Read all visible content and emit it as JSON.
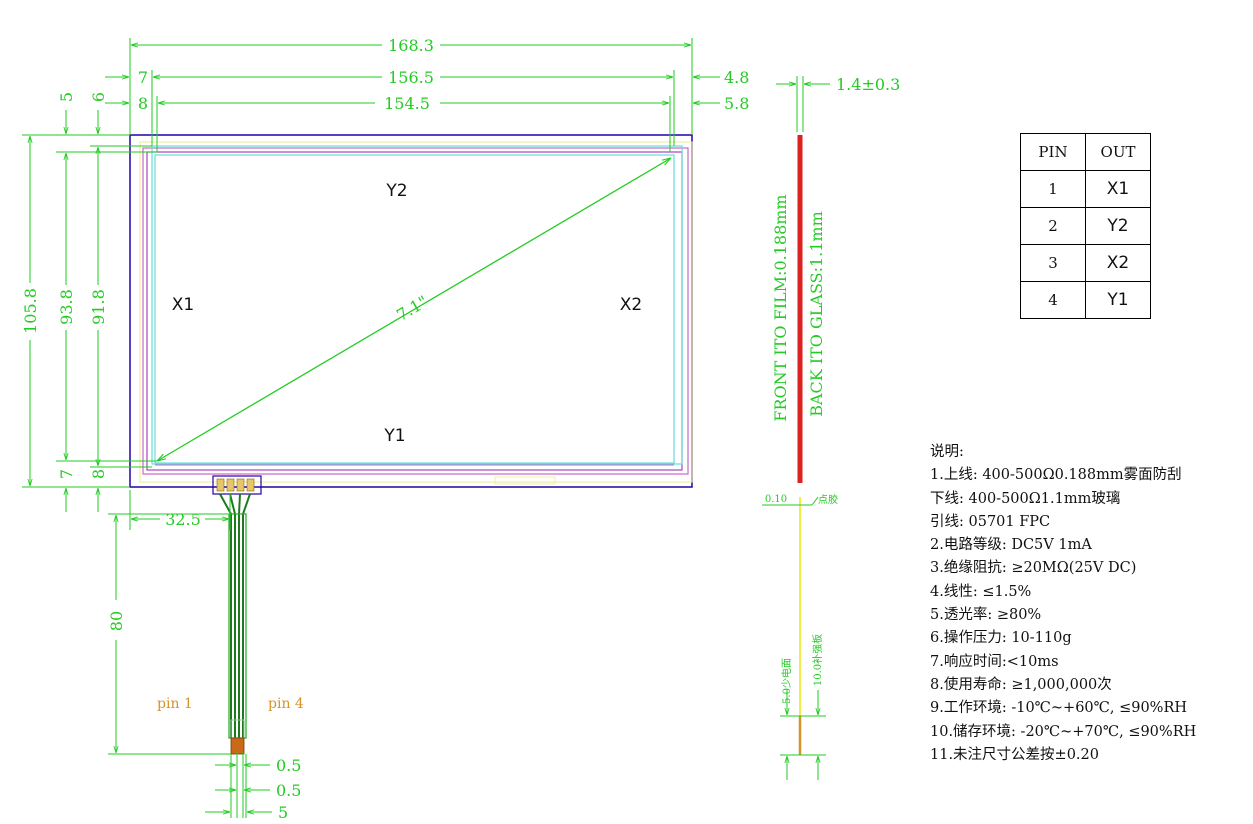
{
  "dimensions": {
    "overall_width": "168.3",
    "view_width_outer": "156.5",
    "view_width_inner": "154.5",
    "left_offset_outer": "7",
    "left_offset_inner": "8",
    "right_offset_outer": "4.8",
    "right_offset_inner": "5.8",
    "top_offset_a": "5",
    "top_offset_b": "6",
    "overall_height": "105.8",
    "view_height_outer": "93.8",
    "view_height_inner": "91.8",
    "bottom_offset_outer": "7",
    "bottom_offset_inner": "8",
    "tail_offset": "32.5",
    "tail_length": "80",
    "pin_width_a": "0.5",
    "pin_width_b": "0.5",
    "tail_width": "5",
    "thickness": "1.4±0.3",
    "adhesive_gap": "0.10",
    "adhesive_label": "点胶",
    "diagonal": "7.1\"",
    "side_label_a": "5.0少电面",
    "side_label_b": "10.0补强板"
  },
  "electrodes": {
    "top": "Y2",
    "left": "X1",
    "right": "X2",
    "bottom": "Y1"
  },
  "layers": {
    "front": "FRONT ITO FILM:0.188mm",
    "back": "BACK ITO GLASS:1.1mm"
  },
  "pins": {
    "first": "pin 1",
    "last": "pin 4"
  },
  "pin_table": {
    "headers": [
      "PIN",
      "OUT"
    ],
    "rows": [
      {
        "pin": "1",
        "out": "X1"
      },
      {
        "pin": "2",
        "out": "Y2"
      },
      {
        "pin": "3",
        "out": "X2"
      },
      {
        "pin": "4",
        "out": "Y1"
      }
    ]
  },
  "notes": {
    "title": "说明:",
    "lines": [
      "1.上线: 400-500Ω0.188mm雾面防刮",
      "   下线: 400-500Ω1.1mm玻璃",
      "   引线:  05701 FPC",
      "2.电路等级: DC5V 1mA",
      "3.绝缘阻抗: ≥20MΩ(25V DC)",
      "4.线性: ≤1.5%",
      "5.透光率: ≥80%",
      "6.操作压力: 10-110g",
      "7.响应时间:<10ms",
      "8.使用寿命: ≥1,000,000次",
      "9.工作环境: -10℃~+60℃, ≤90%RH",
      "10.储存环境: -20℃~+70℃, ≤90%RH",
      "11.未注尺寸公差按±0.20"
    ]
  },
  "colors": {
    "dimension": "#22cc22",
    "outline": "#2200aa",
    "view_area": "#cc66cc",
    "active_area": "#66dddd",
    "tail": "#22aa22",
    "glass": "#dd2222",
    "film": "#eeee44",
    "pin_label": "#d8922a"
  }
}
